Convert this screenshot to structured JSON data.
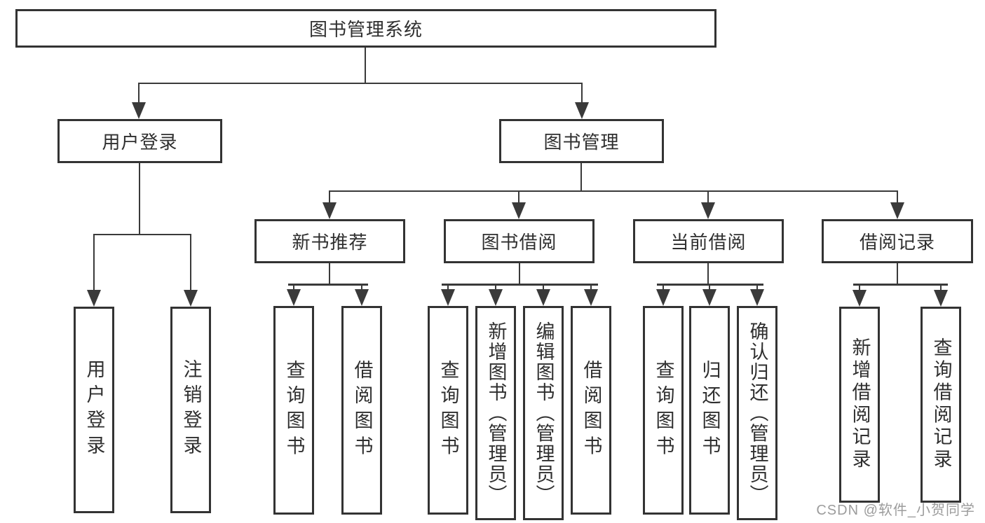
{
  "tree": {
    "root": {
      "label": "图书管理系统",
      "children": [
        {
          "label": "用户登录",
          "children": [
            {
              "label": "用户登录"
            },
            {
              "label": "注销登录"
            }
          ]
        },
        {
          "label": "图书管理",
          "children": [
            {
              "label": "新书推荐",
              "children": [
                {
                  "label": "查询图书"
                },
                {
                  "label": "借阅图书"
                }
              ]
            },
            {
              "label": "图书借阅",
              "children": [
                {
                  "label": "查询图书"
                },
                {
                  "label": "新增图书（管理员）"
                },
                {
                  "label": "编辑图书（管理员）"
                },
                {
                  "label": "借阅图书"
                }
              ]
            },
            {
              "label": "当前借阅",
              "children": [
                {
                  "label": "查询图书"
                },
                {
                  "label": "归还图书"
                },
                {
                  "label": "确认归还（管理员）"
                }
              ]
            },
            {
              "label": "借阅记录",
              "children": [
                {
                  "label": "新增借阅记录"
                },
                {
                  "label": "查询借阅记录"
                }
              ]
            }
          ]
        }
      ]
    }
  },
  "watermark": {
    "text": "CSDN @软件_小贺同学"
  },
  "colors": {
    "line": "#3a3a3a",
    "box_border": "#333333",
    "text": "#2f2f2f",
    "watermark": "#9c9c9c",
    "background": "#ffffff"
  }
}
